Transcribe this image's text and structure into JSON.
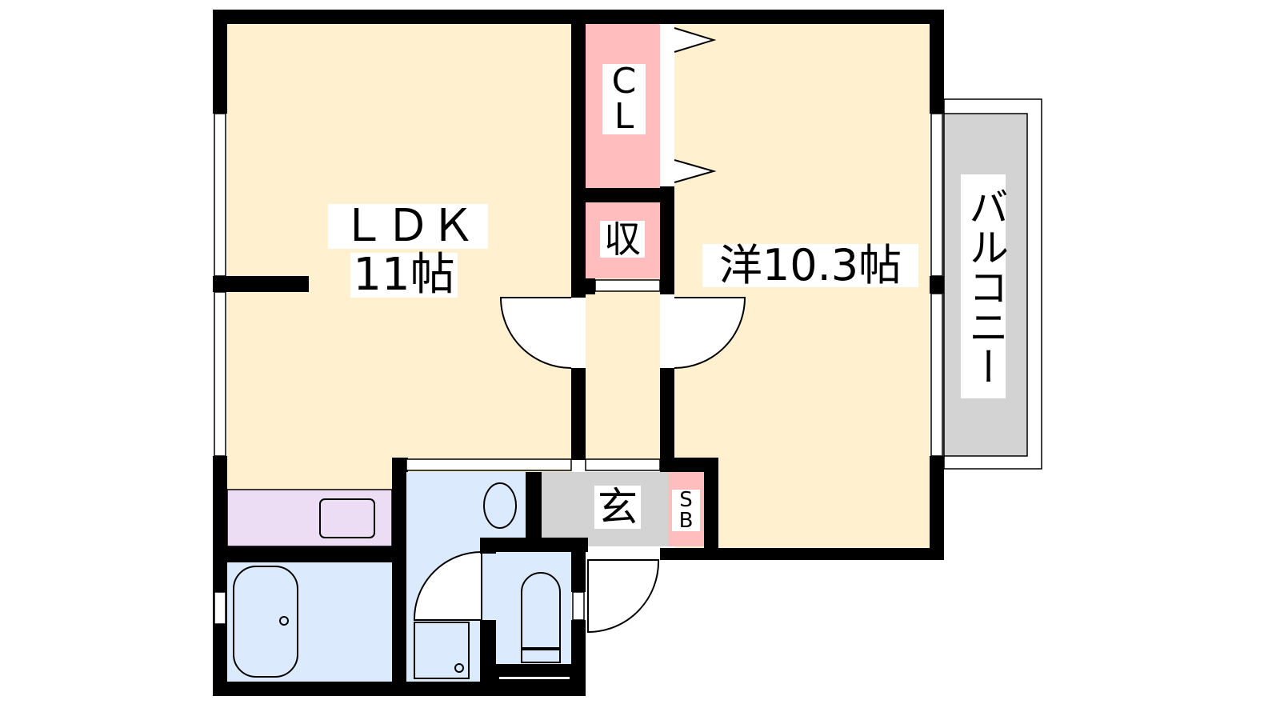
{
  "rooms": {
    "ldk": {
      "name": "ＬＤＫ",
      "size": "11帖"
    },
    "western": {
      "name": "洋10.3帖"
    },
    "closet": {
      "line1": "C",
      "line2": "L"
    },
    "storage": {
      "name": "収"
    },
    "entrance": {
      "name": "玄"
    },
    "shoebox": {
      "line1": "S",
      "line2": "B"
    },
    "balcony": {
      "name": "バルコニー"
    }
  },
  "colors": {
    "floor": "#fff1d0",
    "closet": "#ffbdbd",
    "kitchen": "#ecdcf4",
    "wet": "#dbeafd",
    "entrance": "#d3d3d3",
    "balcony": "#d3d3d3",
    "wall": "#000000"
  }
}
